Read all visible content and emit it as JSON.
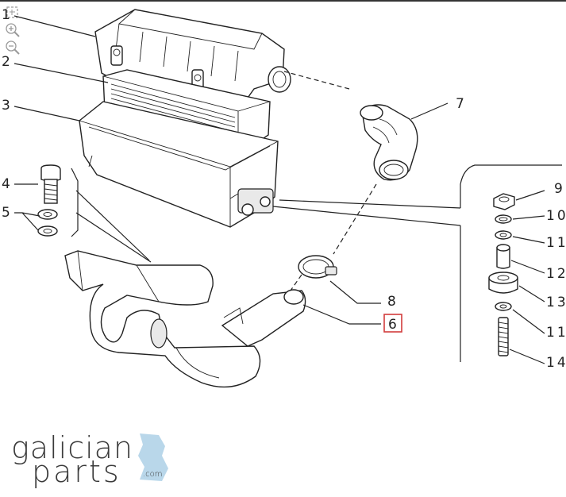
{
  "toolbar": {
    "buttons": [
      {
        "name": "fit-screen-icon"
      },
      {
        "name": "zoom-in-icon"
      },
      {
        "name": "zoom-out-icon"
      }
    ]
  },
  "callouts": {
    "c1": "1",
    "c2": "2",
    "c3": "3",
    "c4": "4",
    "c5": "5",
    "c6": "6",
    "c7": "7",
    "c8": "8",
    "c9": "9",
    "c10": "10",
    "c11a": "11",
    "c12": "12",
    "c13": "13",
    "c11b": "11",
    "c14": "14"
  },
  "highlighted_callout": "6",
  "logo": {
    "line1": "galician",
    "line2": "parts",
    "suffix": ".com"
  },
  "colors": {
    "line": "#222222",
    "highlight": "#d23c3c",
    "logo_text": "#3a3a3a",
    "logo_accent": "#b9d7ea"
  }
}
